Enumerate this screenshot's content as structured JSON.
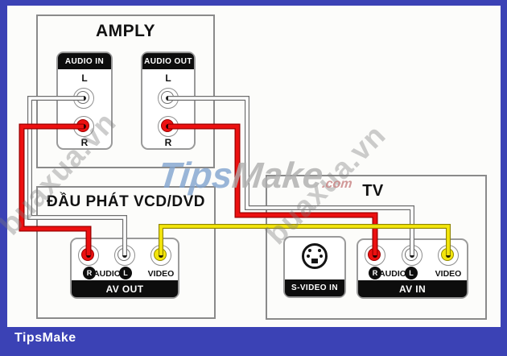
{
  "frame": {
    "border_color": "#3b42b5",
    "page_background": "#fcfcfa"
  },
  "amply": {
    "title": "AMPLY",
    "audio_in": {
      "header": "AUDIO IN",
      "left_label": "L",
      "right_label": "R"
    },
    "audio_out": {
      "header": "AUDIO OUT",
      "left_label": "L",
      "right_label": "R"
    }
  },
  "vcd": {
    "title": "ĐẦU PHÁT VCD/DVD",
    "av_out": {
      "header": "AV OUT",
      "r_badge": "R",
      "audio_label": "AUDIO",
      "l_badge": "L",
      "video_label": "VIDEO"
    }
  },
  "tv": {
    "title": "TV",
    "s_video": {
      "header": "S-VIDEO IN"
    },
    "av_in": {
      "header": "AV IN",
      "r_badge": "R",
      "audio_label": "AUDIO",
      "l_badge": "L",
      "video_label": "VIDEO"
    }
  },
  "cables": {
    "audio_right_color": "#ec1010",
    "audio_left_color": "#ffffff",
    "video_color": "#f3e50c"
  },
  "watermark": {
    "site": "buaxua.vn",
    "tips": "Tips",
    "make": "Make",
    "dotcom": ".com"
  },
  "footer": {
    "brand": "TipsMake"
  }
}
